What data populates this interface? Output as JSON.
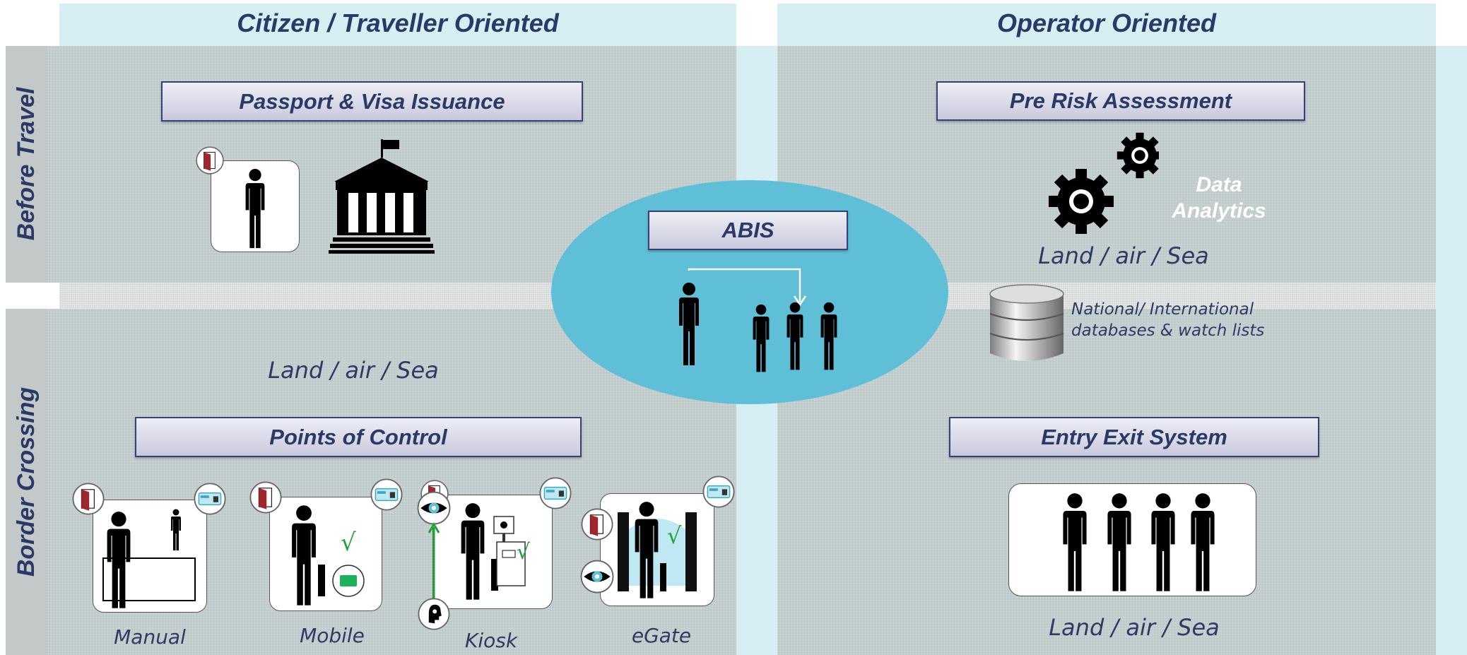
{
  "columns": {
    "left_header": "Citizen / Traveller Oriented",
    "right_header": "Operator Oriented"
  },
  "rows": {
    "top_label": "Before Travel",
    "bottom_label": "Border Crossing"
  },
  "boxes": {
    "passport": "Passport & Visa Issuance",
    "pre_risk": "Pre Risk Assessment",
    "abis": "ABIS",
    "points_of_control": "Points of Control",
    "entry_exit": "Entry Exit System"
  },
  "captions": {
    "data_analytics_1": "Data",
    "data_analytics_2": "Analytics",
    "land_air_sea_top_right": "Land / air / Sea",
    "land_air_sea_left": "Land / air / Sea",
    "land_air_sea_bottom_right": "Land / air / Sea",
    "databases_line1": "National/ International",
    "databases_line2": "databases & watch lists"
  },
  "control_points": [
    {
      "label": "Manual"
    },
    {
      "label": "Mobile"
    },
    {
      "label": "Kiosk"
    },
    {
      "label": "eGate"
    }
  ],
  "colors": {
    "ellipse": "#5ebfd6",
    "header_text": "#2b3966",
    "quadrant": "#bfcaca",
    "light_band": "#d7eef3",
    "check_green": "#22a33a",
    "passport_red": "#a0262c"
  },
  "icons": {
    "passport": "passport-icon",
    "card": "id-card-icon",
    "person": "person-icon",
    "building": "government-building-icon",
    "gears": "gears-icon",
    "database": "database-icon",
    "eye": "eye-icon",
    "face": "face-icon"
  }
}
